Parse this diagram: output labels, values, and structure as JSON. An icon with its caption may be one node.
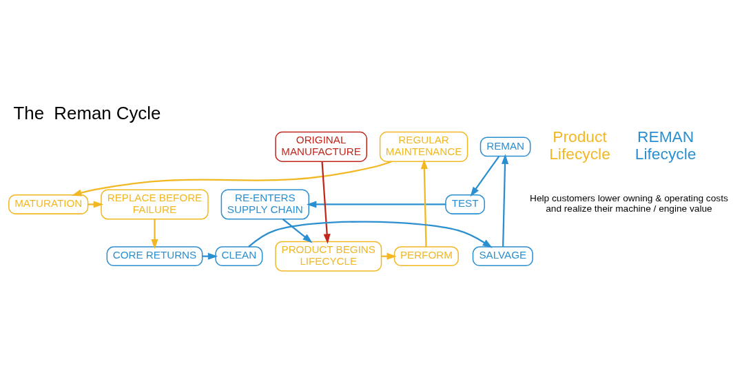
{
  "diagram": {
    "title": "The  Reman Cycle",
    "nodes": [
      {
        "text": [
          "MATURATION"
        ]
      },
      {
        "text": [
          "REPLACE BEFORE FAILURE"
        ]
      },
      {
        "text": [
          "RE-ENTERS SUPPLY CHAIN"
        ]
      },
      {
        "text": [
          "TEST"
        ]
      },
      {
        "text": [
          "REGULAR MAINTENANCE"
        ]
      },
      {
        "text": [
          "REMAN"
        ]
      },
      {
        "text": [
          "ORIGINAL MANUFACTURE"
        ]
      },
      {
        "text": [
          "SALVAGE"
        ]
      },
      {
        "text": [
          "CORE RETURNS"
        ]
      },
      {
        "text": [
          "PERFORM"
        ]
      },
      {
        "text": [
          "PRODUCT BEGINS LIFECYCLE"
        ]
      },
      {
        "text": [
          "CLEAN"
        ]
      }
    ],
    "edges": [
      {
        "from": 10,
        "to": 9,
        "arrow": "to",
        "color": "#f2b824"
      },
      {
        "from": 9,
        "to": 4,
        "arrow": "to",
        "color": "#f2b824"
      },
      {
        "from": 4,
        "to": 0,
        "arrow": "to",
        "color": "#f2b824"
      },
      {
        "from": 0,
        "to": 1,
        "arrow": "to",
        "color": "#f2b824"
      },
      {
        "from": 1,
        "to": 8,
        "arrow": "to",
        "color": "#f2b824"
      },
      {
        "from": 8,
        "to": 11,
        "arrow": "to"
      },
      {
        "from": 11,
        "to": 7,
        "arrow": "to"
      },
      {
        "from": 7,
        "to": 5,
        "arrow": "to"
      },
      {
        "from": 5,
        "to": 3,
        "arrow": "to"
      },
      {
        "from": 3,
        "to": 2,
        "arrow": "to"
      },
      {
        "from": 2,
        "to": 10,
        "arrow": "to"
      },
      {
        "from": 6,
        "to": 10,
        "arrow": "to",
        "color": "#c0281e"
      }
    ],
    "labels": [
      "Help customers lower owning & operating costs and realize their machine / engine value",
      "Product Lifecycle",
      "REMAN Lifecycle"
    ]
  }
}
